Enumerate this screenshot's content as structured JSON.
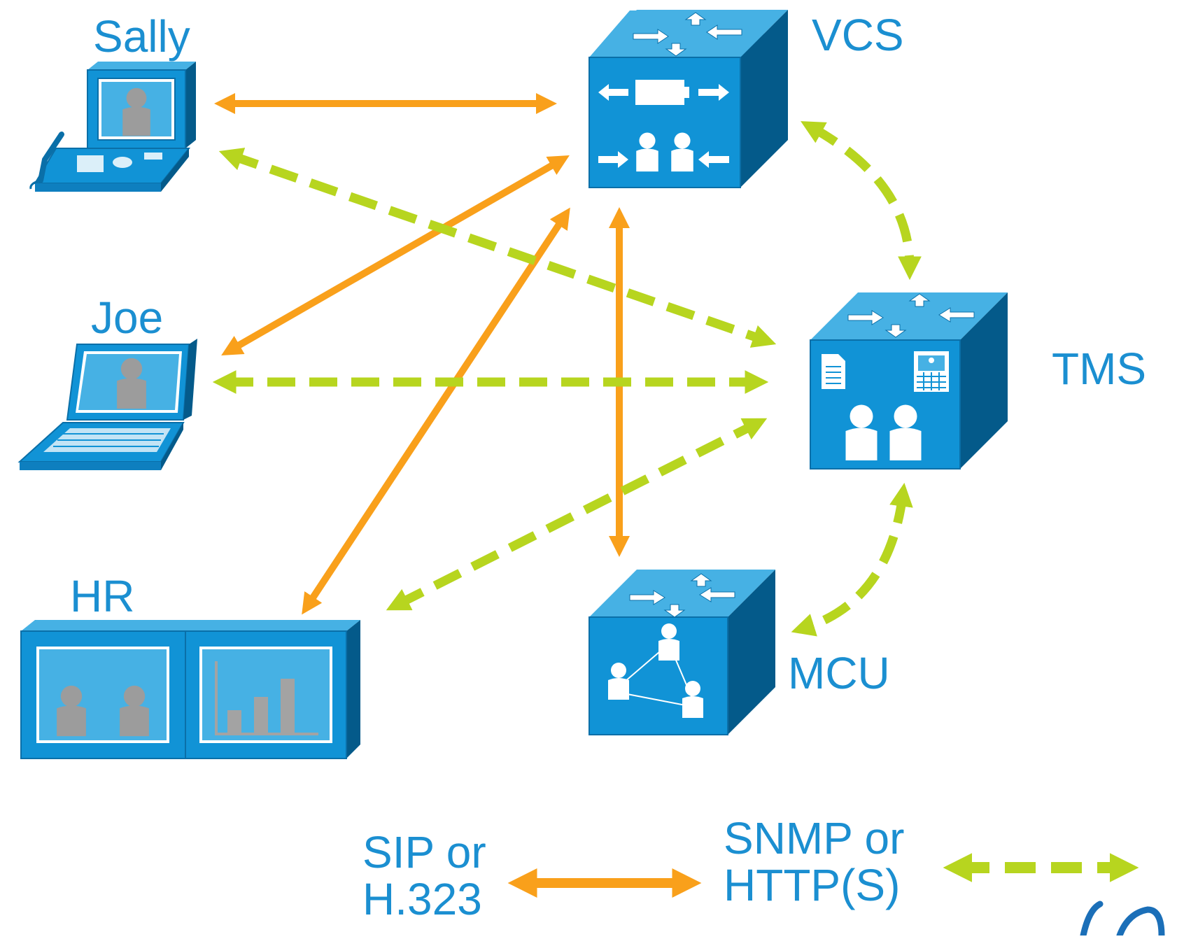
{
  "nodes": {
    "sally": {
      "label": "Sally"
    },
    "joe": {
      "label": "Joe"
    },
    "hr": {
      "label": "HR"
    },
    "vcs": {
      "label": "VCS"
    },
    "tms": {
      "label": "TMS"
    },
    "mcu": {
      "label": "MCU"
    }
  },
  "legend": {
    "sip_line1": "SIP or",
    "sip_line2": "H.323",
    "snmp_line1": "SNMP or",
    "snmp_line2": "HTTP(S)"
  },
  "colors": {
    "sip_arrow": "#f9a01b",
    "snmp_arrow": "#b7d51f",
    "device_front": "#1193d6",
    "device_top": "#46b1e4",
    "device_side": "#045a8a",
    "text": "#1b8fd1"
  },
  "icons": {
    "sally": "desktop-video-phone-icon",
    "joe": "laptop-icon",
    "hr": "telepresence-dual-screen-icon",
    "vcs": "video-communication-server-icon",
    "tms": "management-suite-icon",
    "mcu": "multipoint-control-unit-icon"
  }
}
